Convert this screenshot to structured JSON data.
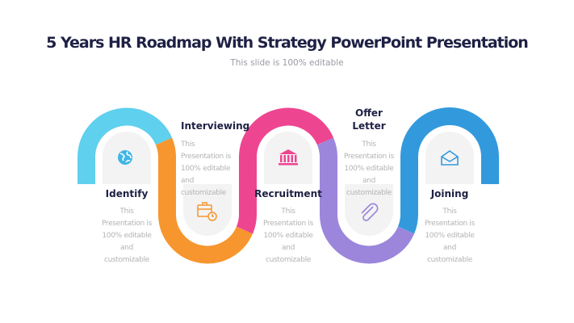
{
  "header": {
    "title": "5 Years HR Roadmap With Strategy PowerPoint Presentation",
    "subtitle": "This slide is 100% editable"
  },
  "colors": {
    "cyan": "#5fd0ee",
    "orange": "#f7962e",
    "pink": "#ee4591",
    "purple": "#9b86dc",
    "blue": "#3399dd",
    "title": "#1e2044"
  },
  "steps": [
    {
      "label": "Identify",
      "desc": [
        "This",
        "Presentation is",
        "100% editable",
        "and",
        "customizable"
      ],
      "icon": "globe-icon"
    },
    {
      "label": "Interviewing",
      "desc": [
        "This",
        "Presentation is",
        "100% editable",
        "and",
        "customizable"
      ],
      "icon": "briefcase-clock-icon"
    },
    {
      "label": "Recruitment",
      "desc": [
        "This",
        "Presentation is",
        "100% editable",
        "and",
        "customizable"
      ],
      "icon": "bank-icon"
    },
    {
      "label_lines": [
        "Offer",
        "Letter"
      ],
      "desc": [
        "This",
        "Presentation is",
        "100% editable",
        "and",
        "customizable"
      ],
      "icon": "paperclip-icon"
    },
    {
      "label": "Joining",
      "desc": [
        "This",
        "Presentation is",
        "100% editable",
        "and",
        "customizable"
      ],
      "icon": "envelope-open-icon"
    }
  ]
}
